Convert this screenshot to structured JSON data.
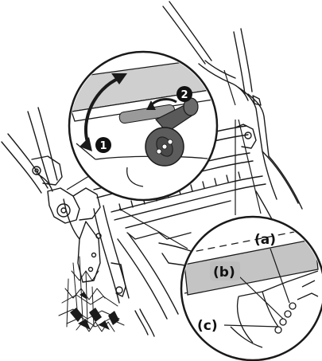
{
  "steps": [
    {
      "number": "1"
    },
    {
      "number": "2"
    }
  ],
  "callouts": [
    {
      "label": "(a)"
    },
    {
      "label": "(b)"
    },
    {
      "label": "(c)"
    }
  ],
  "colors": {
    "line": "#1a1a1a",
    "guide_bar": "#c9c9c9",
    "knob": "#555555",
    "badge": "#111111",
    "callout_b_bg": "#bdbdbd"
  }
}
